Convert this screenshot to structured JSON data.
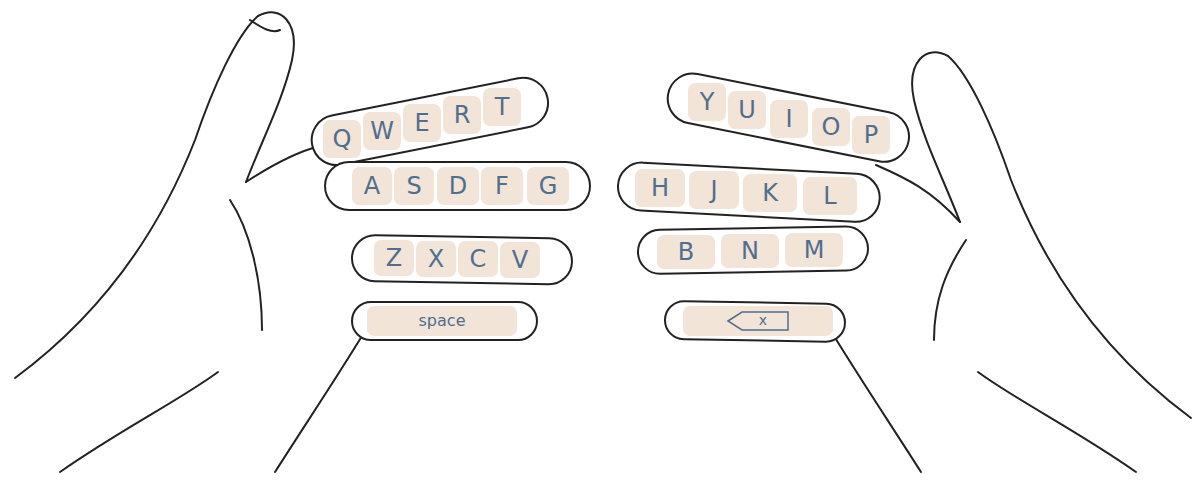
{
  "diagram": {
    "nodes": [
      {
        "text": [
          "Q"
        ]
      },
      {
        "text": [
          "W"
        ]
      },
      {
        "text": [
          "E"
        ]
      },
      {
        "text": [
          "R"
        ]
      },
      {
        "text": [
          "T"
        ]
      },
      {
        "text": [
          "Y"
        ]
      },
      {
        "text": [
          "U"
        ]
      },
      {
        "text": [
          "I"
        ]
      },
      {
        "text": [
          "O"
        ]
      },
      {
        "text": [
          "P"
        ]
      },
      {
        "text": [
          "A"
        ]
      },
      {
        "text": [
          "S"
        ]
      },
      {
        "text": [
          "D"
        ]
      },
      {
        "text": [
          "F"
        ]
      },
      {
        "text": [
          "G"
        ]
      },
      {
        "text": [
          "H"
        ]
      },
      {
        "text": [
          "J"
        ]
      },
      {
        "text": [
          "K"
        ]
      },
      {
        "text": [
          "L"
        ]
      },
      {
        "text": [
          "Z"
        ]
      },
      {
        "text": [
          "X"
        ]
      },
      {
        "text": [
          "C"
        ]
      },
      {
        "text": [
          "V"
        ]
      },
      {
        "text": [
          "B"
        ]
      },
      {
        "text": [
          "N"
        ]
      },
      {
        "text": [
          "M"
        ]
      },
      {
        "text": [
          "space"
        ]
      },
      {
        "text": [
          "x"
        ]
      }
    ]
  }
}
